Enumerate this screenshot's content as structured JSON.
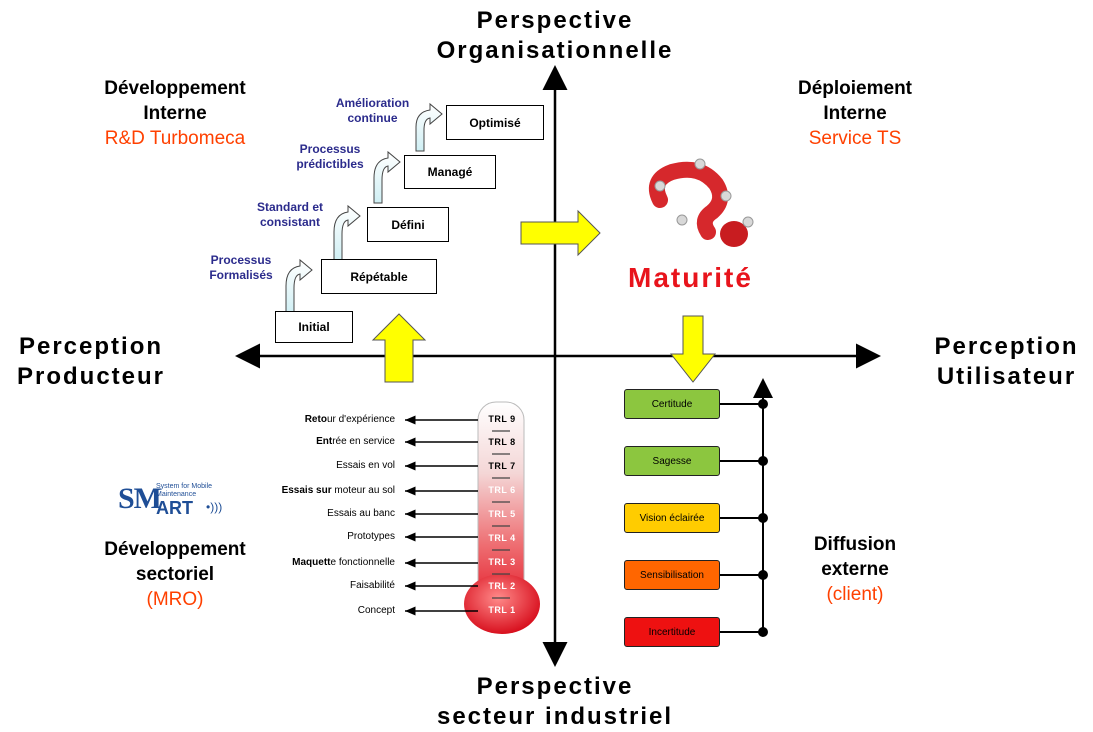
{
  "axes": {
    "top": [
      "Perspective",
      "Organisationnelle"
    ],
    "bottom": [
      "Perspective",
      "secteur industriel"
    ],
    "left": [
      "Perception",
      "Producteur"
    ],
    "right": [
      "Perception",
      "Utilisateur"
    ]
  },
  "quadrants": {
    "top_left": {
      "title": [
        "Développement",
        "Interne"
      ],
      "sub": "R&D Turbomeca"
    },
    "top_right": {
      "title": [
        "Déploiement",
        "Interne"
      ],
      "sub": "Service TS"
    },
    "bottom_left": {
      "title": [
        "Développement",
        "sectoriel"
      ],
      "sub": "(MRO)"
    },
    "bottom_right": {
      "title": [
        "Diffusion",
        "externe"
      ],
      "sub": "(client)"
    }
  },
  "maturity": "Maturité",
  "staircase": {
    "steps": [
      "Initial",
      "Répétable",
      "Défini",
      "Managé",
      "Optimisé"
    ],
    "annotations": [
      [
        "Processus",
        "Formalisés"
      ],
      [
        "Standard et",
        "consistant"
      ],
      [
        "Processus",
        "prédictibles"
      ],
      [
        "Amélioration",
        "continue"
      ]
    ]
  },
  "trl": {
    "levels": [
      "TRL 9",
      "TRL 8",
      "TRL 7",
      "TRL 6",
      "TRL 5",
      "TRL 4",
      "TRL 3",
      "TRL 2",
      "TRL 1"
    ],
    "labels": [
      {
        "bold": "Reto",
        "rest": "ur d'expérience"
      },
      {
        "bold": "Ent",
        "rest": "rée en service"
      },
      {
        "bold": "",
        "rest": "Essais en vol"
      },
      {
        "bold": "Essais sur",
        "rest": " moteur au sol"
      },
      {
        "bold": "",
        "rest": "Essais au banc"
      },
      {
        "bold": "",
        "rest": "Prototypes"
      },
      {
        "bold": "Maquett",
        "rest": "e fonctionnelle"
      },
      {
        "bold": "",
        "rest": "Faisabilité"
      },
      {
        "bold": "",
        "rest": "Concept"
      }
    ]
  },
  "smart_logo": {
    "sm": "SM",
    "art": "ART",
    "tagline": [
      "System for Mobile",
      "Maintenance"
    ]
  },
  "diffusion_levels": [
    {
      "label": "Certitude",
      "color": "#8cc63f"
    },
    {
      "label": "Sagesse",
      "color": "#8cc63f"
    },
    {
      "label": "Vision éclairée",
      "color": "#ffcc00"
    },
    {
      "label": "Sensibilisation",
      "color": "#ff6600"
    },
    {
      "label": "Incertitude",
      "color": "#ee1111"
    }
  ],
  "colors": {
    "arrow_fill": "#ffff00",
    "accent_orange": "#ff4000",
    "maturity_red": "#e8141c"
  }
}
